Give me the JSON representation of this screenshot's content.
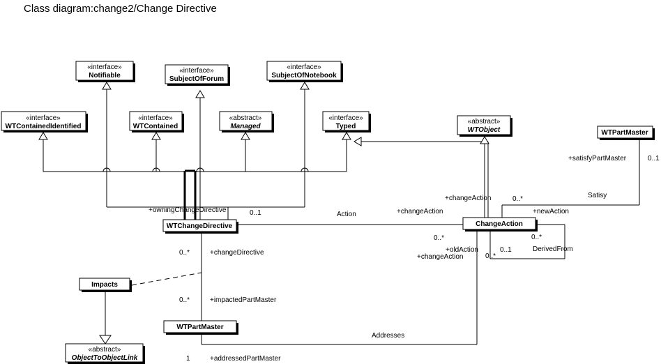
{
  "title": "Class diagram:change2/Change Directive",
  "classes": {
    "notifiable": {
      "stereotype": "«interface»",
      "name": "Notifiable"
    },
    "subject_of_forum": {
      "stereotype": "«interface»",
      "name": "SubjectOfForum"
    },
    "subject_of_notebook": {
      "stereotype": "«interface»",
      "name": "SubjectOfNotebook"
    },
    "wt_contained_identified": {
      "stereotype": "«interface»",
      "name": "WTContainedIdentified"
    },
    "wt_contained": {
      "stereotype": "«interface»",
      "name": "WTContained"
    },
    "managed": {
      "stereotype": "«abstract»",
      "name": "Managed"
    },
    "typed": {
      "stereotype": "«interface»",
      "name": "Typed"
    },
    "wt_object": {
      "stereotype": "«abstract»",
      "name": "WTObject"
    },
    "wt_part_master_right": {
      "name": "WTPartMaster"
    },
    "wt_change_directive": {
      "name": "WTChangeDirective"
    },
    "change_action": {
      "name": "ChangeAction"
    },
    "impacts": {
      "name": "Impacts"
    },
    "wt_part_master": {
      "name": "WTPartMaster"
    },
    "object_to_object_link": {
      "stereotype": "«abstract»",
      "name": "ObjectToObjectLink"
    }
  },
  "labels": {
    "owning_change_directive": "+owningChangeDirective",
    "mult_0_1_owning": "0..1",
    "action": "Action",
    "change_action_top": "+changeAction",
    "change_action_mid": "+changeAction",
    "mult_0_star_top": "0..*",
    "new_action": "+newAction",
    "satisy": "Satisy",
    "satisfy_part_master": "+satisfyPartMaster",
    "mult_0_1_right": "0..1",
    "mult_0_star_ca_left": "0..*",
    "old_action": "+oldAction",
    "change_action_bottom": "+changeAction",
    "mult_0_star_ca_bottom": "0..*",
    "mult_0_1_ca": "0..1",
    "mult_0_star_ca_right": "0..*",
    "derived_from": "DerivedFrom",
    "mult_0_star_directive": "0..*",
    "change_directive": "+changeDirective",
    "mult_0_star_impacted": "0..*",
    "impacted_part_master": "+impactedPartMaster",
    "addresses": "Addresses",
    "mult_1": "1",
    "addressed_part_master": "+addressedPartMaster"
  }
}
